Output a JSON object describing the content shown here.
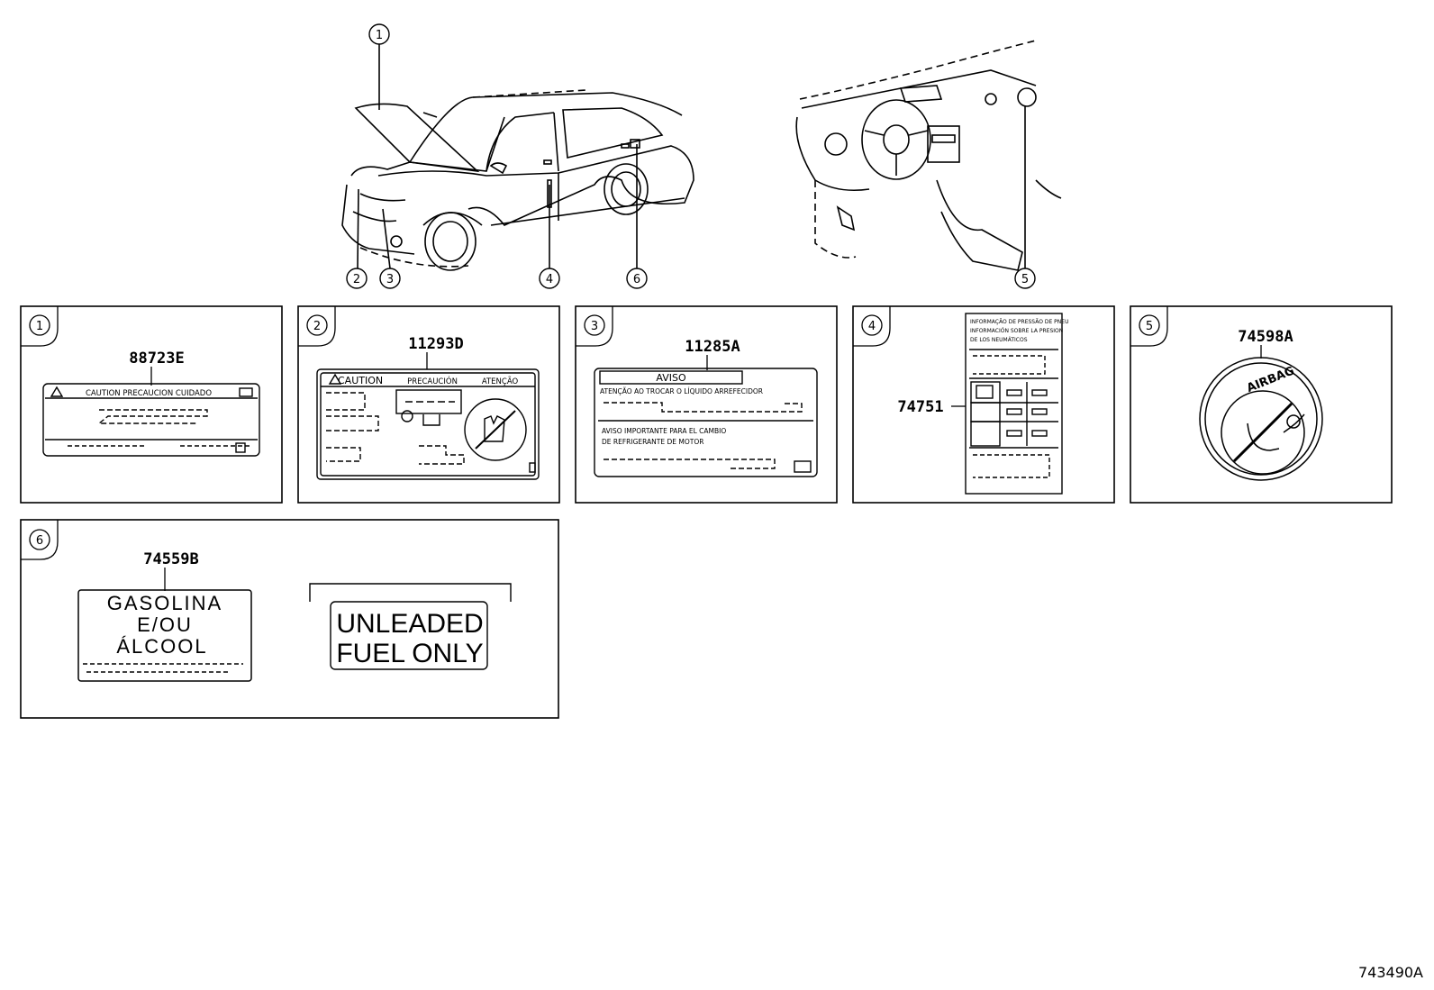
{
  "callouts": [
    "1",
    "2",
    "3",
    "4",
    "5",
    "6"
  ],
  "panels": [
    {
      "index": "1",
      "part_number": "88723E",
      "label_text": "CAUTION  PRECAUCION  CUIDADO"
    },
    {
      "index": "2",
      "part_number": "11293D",
      "label_caution": "CAUTION",
      "label_precaucion": "PRECAUCIÓN",
      "label_atencao": "ATENÇÃO"
    },
    {
      "index": "3",
      "part_number": "11285A",
      "label_title": "AVISO",
      "label_line1": "ATENÇÃO AO TROCAR O LÍQUIDO ARREFECIDOR",
      "label_line2": "AVISO IMPORTANTE PARA EL CAMBIO",
      "label_line3": "DE REFRIGERANTE DE MOTOR"
    },
    {
      "index": "4",
      "part_number": "74751",
      "label_line1": "INFORMAÇÃO DE PRESSÃO DE PNEU",
      "label_line2": "INFORMACIÓN SOBRE LA PRESION",
      "label_line3": "DE LOS NEUMÁTICOS"
    },
    {
      "index": "5",
      "part_number": "74598A",
      "label_text": "AIRBAG"
    },
    {
      "index": "6",
      "part_number": "74559B",
      "fuel_label": [
        "GASOLINA",
        "E/OU",
        "ÁLCOOL"
      ],
      "alt_label": [
        "UNLEADED",
        "FUEL ONLY"
      ]
    }
  ],
  "diagram_code": "743490A"
}
